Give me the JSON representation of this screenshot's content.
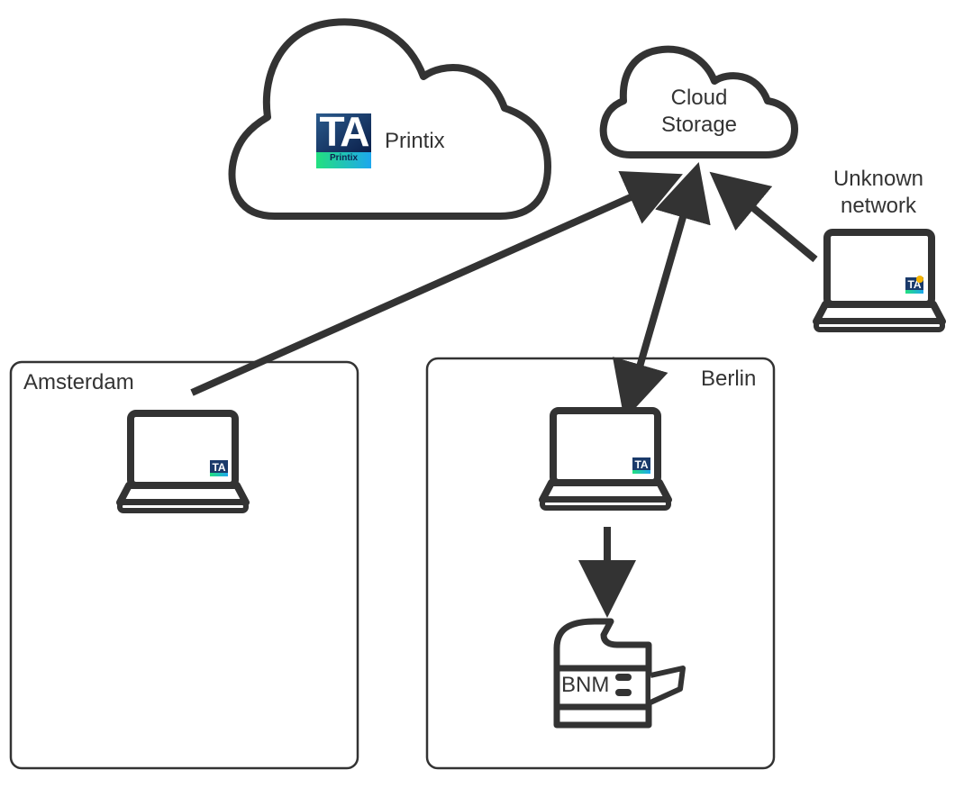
{
  "clouds": {
    "printix": {
      "label": "Printix",
      "logo_text": "TA",
      "logo_subtext": "Printix"
    },
    "storage": {
      "line1": "Cloud",
      "line2": "Storage"
    }
  },
  "unknown_network": {
    "line1": "Unknown",
    "line2": "network"
  },
  "sites": [
    {
      "name": "Amsterdam"
    },
    {
      "name": "Berlin"
    }
  ],
  "printer": {
    "label": "BNM"
  },
  "badge": {
    "text": "TA"
  },
  "colors": {
    "stroke": "#333333",
    "logo_dark": "#0d2350",
    "logo_green": "#23e07f",
    "logo_blue": "#1ea7ee",
    "warning_dot": "#f5b400"
  }
}
